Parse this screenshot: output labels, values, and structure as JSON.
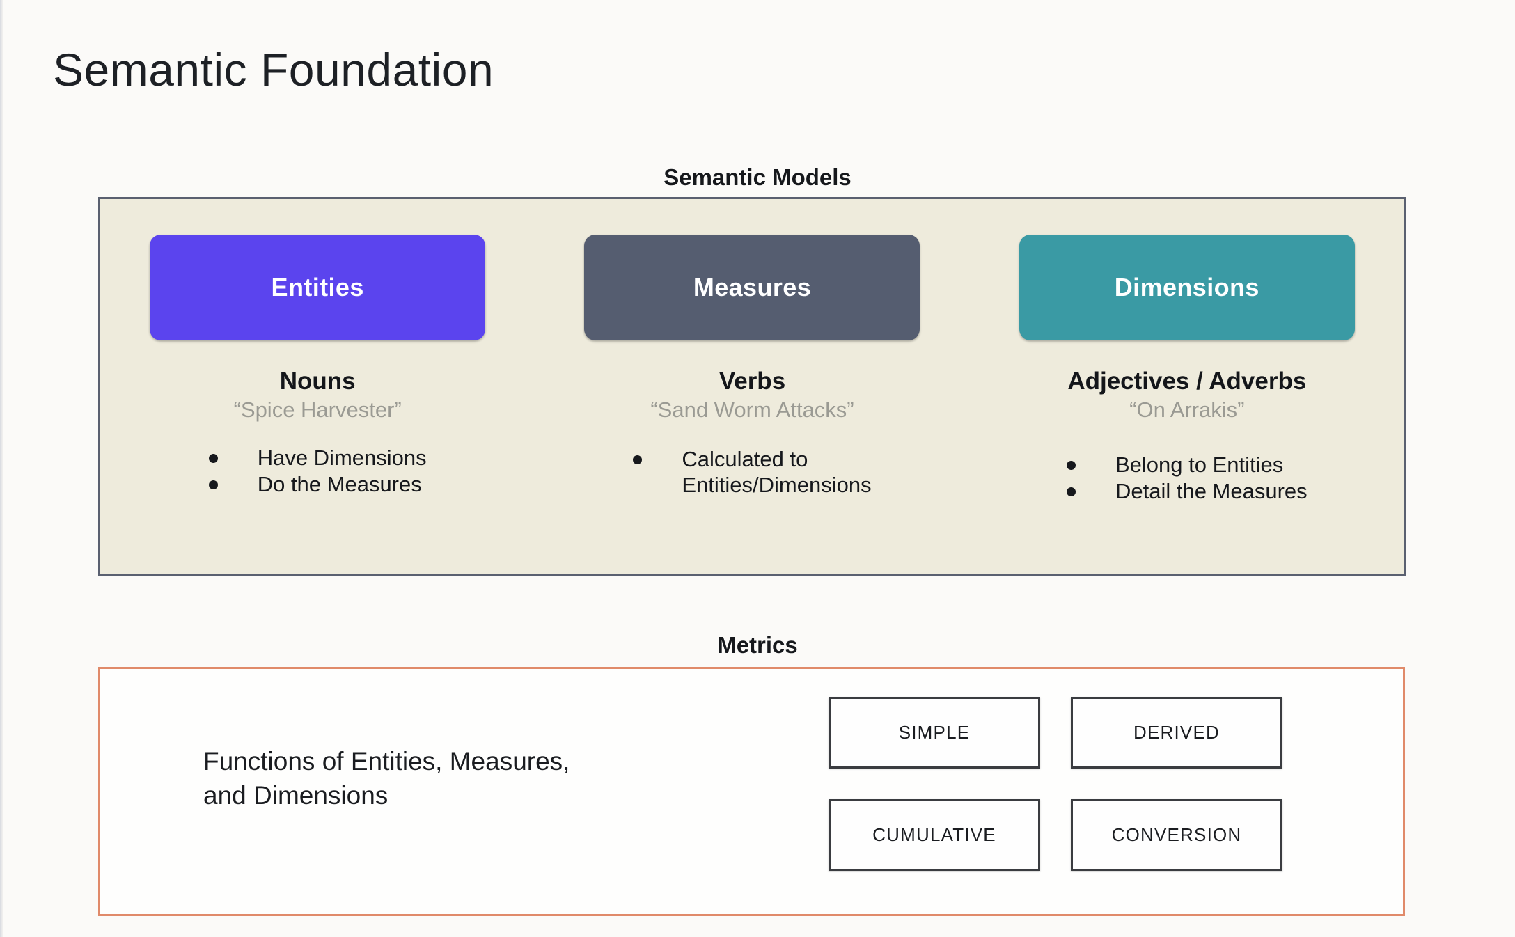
{
  "page_title": "Semantic Foundation",
  "background_color": "#FBFAF8",
  "semantic_models": {
    "heading": "Semantic Models",
    "panel_fill": "#EEEBDC",
    "panel_border": "#5A6070",
    "columns": [
      {
        "chip_label": "Entities",
        "chip_color": "#5B44EE",
        "part_of_speech": "Nouns",
        "example": "“Spice Harvester”",
        "bullets": [
          "Have Dimensions",
          "Do the Measures"
        ]
      },
      {
        "chip_label": "Measures",
        "chip_color": "#555D70",
        "part_of_speech": "Verbs",
        "example": "“Sand Worm Attacks”",
        "bullets": [
          "Calculated to\nEntities/Dimensions"
        ]
      },
      {
        "chip_label": "Dimensions",
        "chip_color": "#3A9AA4",
        "part_of_speech": "Adjectives / Adverbs",
        "example": "“On Arrakis”",
        "bullets": [
          "Belong to Entities",
          "Detail the Measures"
        ]
      }
    ]
  },
  "metrics": {
    "heading": "Metrics",
    "panel_border": "#E08A6A",
    "description": "Functions of Entities, Measures,\nand Dimensions",
    "types": [
      "SIMPLE",
      "DERIVED",
      "CUMULATIVE",
      "CONVERSION"
    ]
  }
}
